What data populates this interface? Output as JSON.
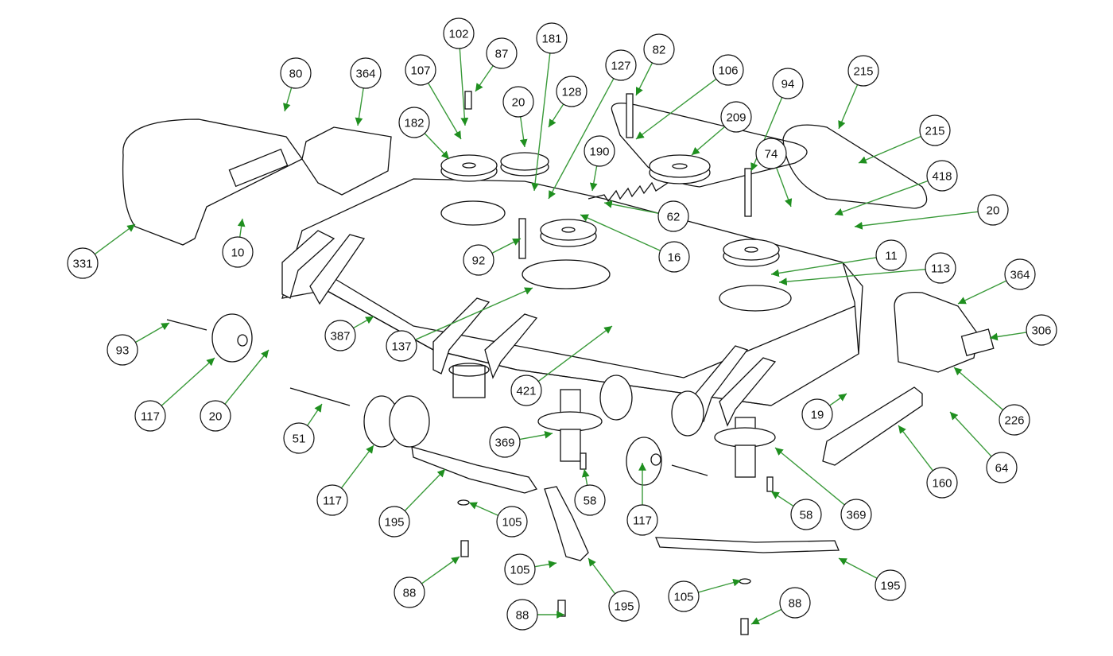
{
  "diagram": {
    "type": "exploded-parts-diagram",
    "leader_color": "#3a9a3a",
    "arrow_color": "#1f8f1f",
    "callouts": [
      {
        "label": "80"
      },
      {
        "label": "364"
      },
      {
        "label": "102"
      },
      {
        "label": "87"
      },
      {
        "label": "181"
      },
      {
        "label": "107"
      },
      {
        "label": "20"
      },
      {
        "label": "128"
      },
      {
        "label": "127"
      },
      {
        "label": "82"
      },
      {
        "label": "106"
      },
      {
        "label": "94"
      },
      {
        "label": "215"
      },
      {
        "label": "215"
      },
      {
        "label": "209"
      },
      {
        "label": "182"
      },
      {
        "label": "190"
      },
      {
        "label": "74"
      },
      {
        "label": "418"
      },
      {
        "label": "20"
      },
      {
        "label": "62"
      },
      {
        "label": "16"
      },
      {
        "label": "92"
      },
      {
        "label": "11"
      },
      {
        "label": "113"
      },
      {
        "label": "364"
      },
      {
        "label": "306"
      },
      {
        "label": "331"
      },
      {
        "label": "10"
      },
      {
        "label": "93"
      },
      {
        "label": "117"
      },
      {
        "label": "20"
      },
      {
        "label": "387"
      },
      {
        "label": "137"
      },
      {
        "label": "421"
      },
      {
        "label": "19"
      },
      {
        "label": "226"
      },
      {
        "label": "64"
      },
      {
        "label": "160"
      },
      {
        "label": "51"
      },
      {
        "label": "369"
      },
      {
        "label": "369"
      },
      {
        "label": "117"
      },
      {
        "label": "195"
      },
      {
        "label": "105"
      },
      {
        "label": "58"
      },
      {
        "label": "117"
      },
      {
        "label": "58"
      },
      {
        "label": "88"
      },
      {
        "label": "105"
      },
      {
        "label": "195"
      },
      {
        "label": "105"
      },
      {
        "label": "195"
      },
      {
        "label": "88"
      },
      {
        "label": "88"
      }
    ]
  }
}
